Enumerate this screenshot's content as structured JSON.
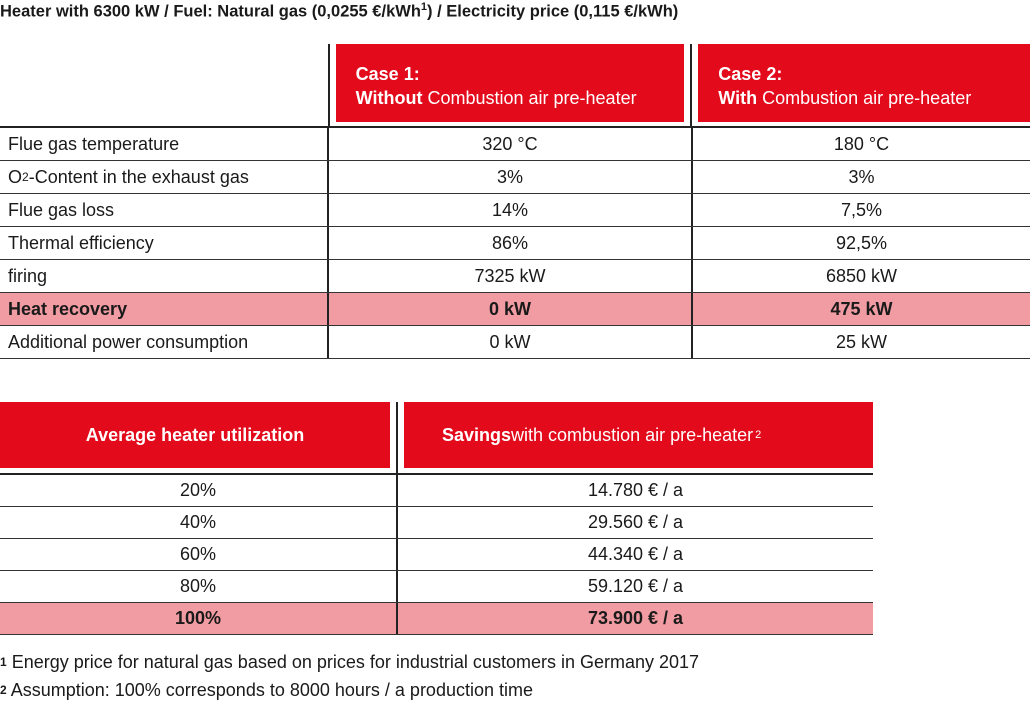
{
  "title": {
    "before_sup": "Heater with 6300 kW / Fuel: Natural gas (0,0255 €/kWh",
    "sup": "1",
    "after_sup": ") / Electricity price (0,115 €/kWh)"
  },
  "comparison": {
    "case1": {
      "number": "Case 1:",
      "bold": "Without",
      "rest": " Combustion air pre-heater"
    },
    "case2": {
      "number": "Case 2:",
      "bold": "With",
      "rest": " Combustion air pre-heater"
    },
    "rows": [
      {
        "label": "Flue gas temperature",
        "case1": "320 °C",
        "case2": "180 °C",
        "highlight": false
      },
      {
        "label_pre": "O",
        "label_sub": "2",
        "label_post": "-Content in the exhaust gas",
        "case1": "3%",
        "case2": "3%",
        "highlight": false
      },
      {
        "label": "Flue gas loss",
        "case1": "14%",
        "case2": "7,5%",
        "highlight": false
      },
      {
        "label": "Thermal efficiency",
        "case1": "86%",
        "case2": "92,5%",
        "highlight": false
      },
      {
        "label": "firing",
        "case1": "7325 kW",
        "case2": "6850 kW",
        "highlight": false
      },
      {
        "label": "Heat recovery",
        "case1": "0 kW",
        "case2": "475 kW",
        "highlight": true
      },
      {
        "label": "Additional power consumption",
        "case1": "0 kW",
        "case2": "25 kW",
        "highlight": false
      }
    ]
  },
  "savings": {
    "header_left": "Average heater utilization",
    "header_right_bold": "Savings",
    "header_right_rest": " with combustion air pre-heater",
    "header_right_sup": "2",
    "rows": [
      {
        "utilization": "20%",
        "saving": "14.780 € / a",
        "highlight": false
      },
      {
        "utilization": "40%",
        "saving": "29.560 € / a",
        "highlight": false
      },
      {
        "utilization": "60%",
        "saving": "44.340 € / a",
        "highlight": false
      },
      {
        "utilization": "80%",
        "saving": "59.120 € / a",
        "highlight": false
      },
      {
        "utilization": "100%",
        "saving": "73.900 € / a",
        "highlight": true
      }
    ]
  },
  "footnotes": [
    {
      "mark": "1",
      "text": " Energy price for natural gas based on prices for industrial customers in Germany 2017"
    },
    {
      "mark": "2",
      "text": " Assumption: 100% corresponds to 8000 hours / a production time"
    }
  ],
  "colors": {
    "header_red": "#e20a1b",
    "highlight_pink": "#f19ca3"
  }
}
